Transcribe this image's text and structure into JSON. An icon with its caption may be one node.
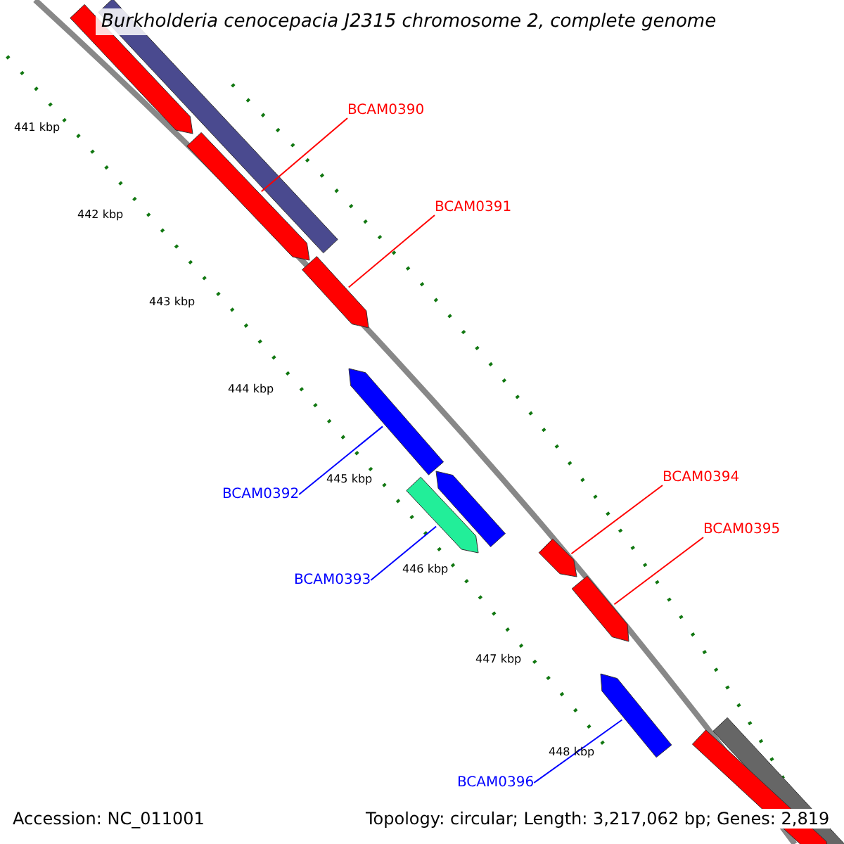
{
  "diagram": {
    "title": "Burkholderia cenocepacia J2315 chromosome 2, complete genome",
    "nodes": [
      {
        "text": [
          "BCAM0390"
        ]
      },
      {
        "text": [
          "BCAM0391"
        ]
      },
      {
        "text": [
          "BCAM0392"
        ]
      },
      {
        "text": [
          "BCAM0393"
        ]
      },
      {
        "text": [
          "BCAM0394"
        ]
      },
      {
        "text": [
          "BCAM0395"
        ]
      },
      {
        "text": [
          "BCAM0396"
        ]
      },
      {
        "text": [],
        "shape": "pentagon"
      },
      {
        "text": [],
        "shape": "bar"
      },
      {
        "text": [],
        "shape": "pentagon"
      },
      {
        "text": [],
        "shape": "pentagon"
      },
      {
        "text": [],
        "shape": "pentagon"
      },
      {
        "text": [],
        "shape": "pentagon"
      },
      {
        "text": [],
        "shape": "pentagon"
      },
      {
        "text": [],
        "shape": "pentagon"
      },
      {
        "text": [],
        "shape": "pentagon"
      },
      {
        "text": [],
        "shape": "pentagon"
      },
      {
        "text": [],
        "shape": "bar"
      },
      {
        "text": [],
        "shape": "pentagon"
      }
    ],
    "edges": [
      {
        "from": 0,
        "to": 9,
        "arrow": "none"
      },
      {
        "from": 1,
        "to": 10,
        "arrow": "none"
      },
      {
        "from": 2,
        "to": 11,
        "arrow": "none",
        "color": "#0000ff"
      },
      {
        "from": 3,
        "to": 12,
        "arrow": "none",
        "color": "#0000ff"
      },
      {
        "from": 4,
        "to": 14,
        "arrow": "none"
      },
      {
        "from": 5,
        "to": 15,
        "arrow": "none"
      },
      {
        "from": 6,
        "to": 16,
        "arrow": "none",
        "color": "#0000ff"
      }
    ],
    "labels": [
      "441 kbp",
      "442 kbp",
      "443 kbp",
      "444 kbp",
      "445 kbp",
      "446 kbp",
      "447 kbp",
      "448 kbp",
      "Accession: NC_011001",
      "Topology: circular; Length: 3,217,062 bp; Genes: 2,819"
    ]
  }
}
